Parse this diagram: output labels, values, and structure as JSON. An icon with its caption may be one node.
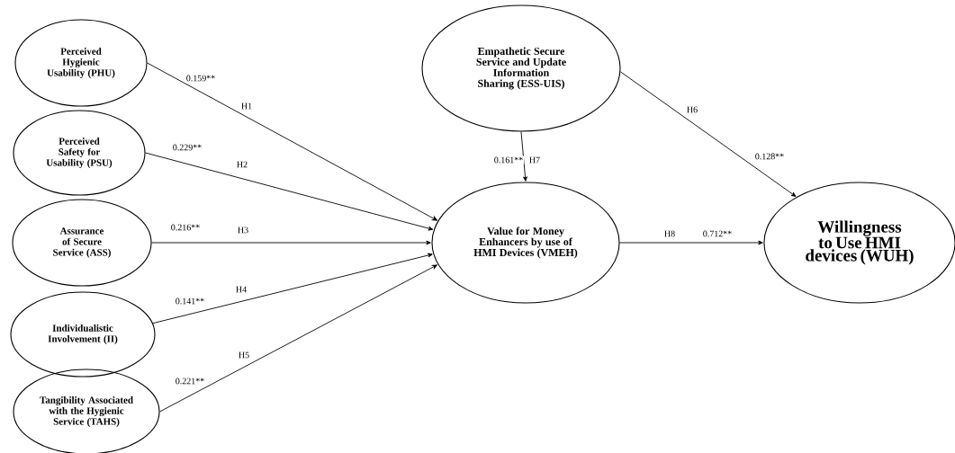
{
  "diagram": {
    "nodes": [
      {
        "text": [
          "Perceived Hygienic Usability (PHU)"
        ]
      },
      {
        "text": [
          "Perceived Safety for Usability (PSU)"
        ]
      },
      {
        "text": [
          "Assurance of Secure Service (ASS)"
        ]
      },
      {
        "text": [
          "Individualistic Involvement (II)"
        ]
      },
      {
        "text": [
          "Tangibility Associated with the Hygienic Service (TAHS)"
        ]
      },
      {
        "text": [
          "Empathetic Secure Service and Update Information Sharing (ESS-UIS)"
        ]
      },
      {
        "text": [
          "Value for Money Enhancers by use of HMI Devices (VMEH)"
        ]
      },
      {
        "text": [
          "Willingness to Use HMI devices (WUH)"
        ]
      }
    ],
    "edges": [
      {
        "from": 0,
        "to": 6,
        "arrow": "to",
        "label": "H1"
      },
      {
        "from": 1,
        "to": 6,
        "arrow": "to",
        "label": "H2"
      },
      {
        "from": 2,
        "to": 6,
        "arrow": "to",
        "label": "H3"
      },
      {
        "from": 3,
        "to": 6,
        "arrow": "to",
        "label": "H4"
      },
      {
        "from": 4,
        "to": 6,
        "arrow": "to",
        "label": "H5"
      },
      {
        "from": 5,
        "to": 7,
        "arrow": "to",
        "label": "H6"
      },
      {
        "from": 5,
        "to": 6,
        "arrow": "to",
        "label": "H7"
      },
      {
        "from": 6,
        "to": 7,
        "arrow": "to",
        "label": "H8"
      }
    ],
    "labels": [
      "0.159**",
      "0.229**",
      "0.216**",
      "0.141**",
      "0.221**",
      "0.128**",
      "0.161**",
      "0.712**"
    ]
  }
}
